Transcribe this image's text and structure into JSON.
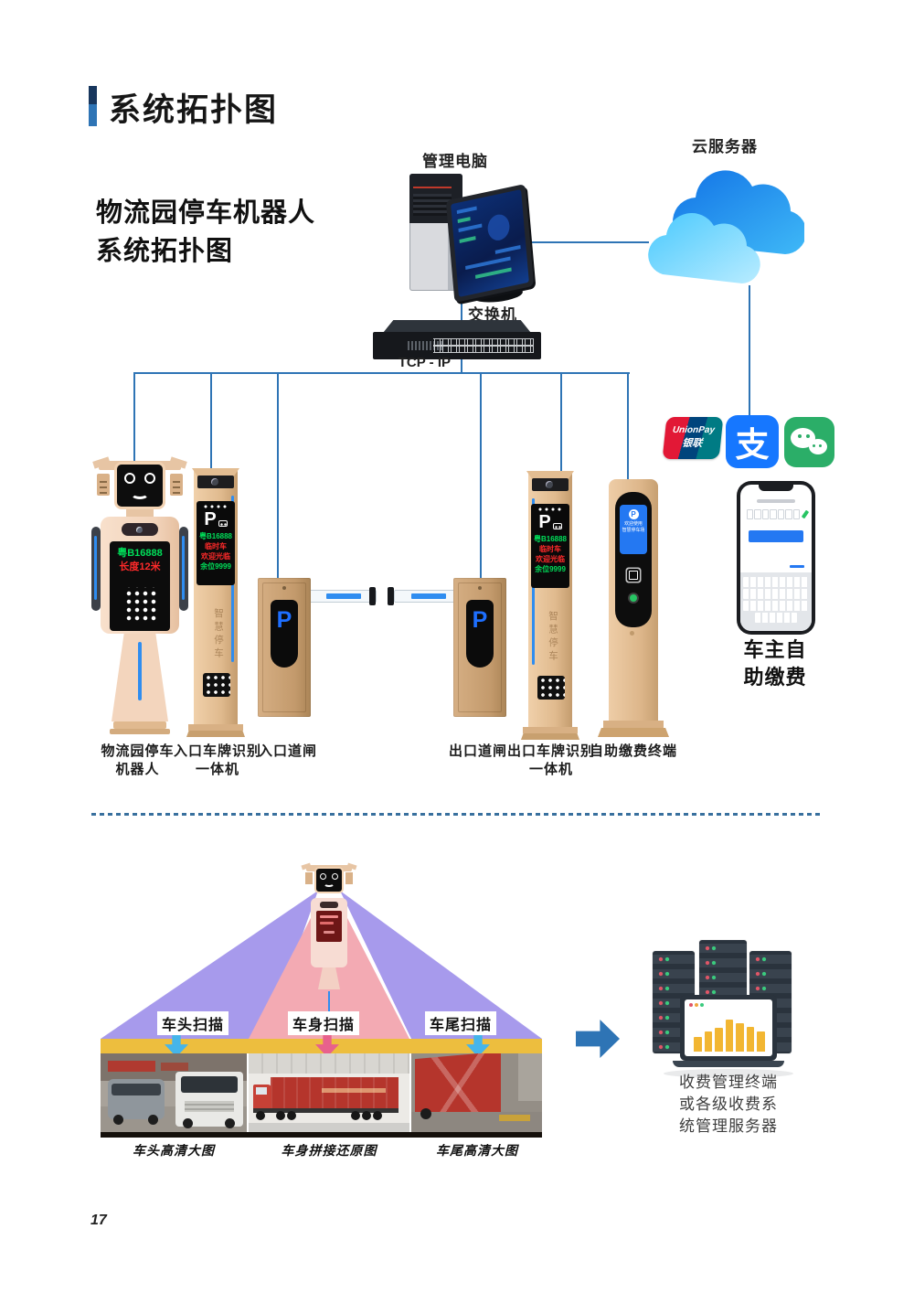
{
  "page": {
    "number": "17"
  },
  "header": {
    "title": "系统拓扑图",
    "accent_dark": "#17365d",
    "accent_blue": "#2e74b5"
  },
  "intro": {
    "line1": "物流园停车机器人",
    "line2": "系统拓扑图"
  },
  "topology": {
    "pc_label": "管理电脑",
    "cloud_label": "云服务器",
    "switch_label": "交换机",
    "protocol": "TCP - IP",
    "line_color": "#2e74b5"
  },
  "screens": {
    "robot_plate": "粤B16888",
    "robot_length": "长度12米",
    "lpr_lines": [
      {
        "text": "粤B16888",
        "color": "#00e05a"
      },
      {
        "text": "临时车",
        "color": "#ff2a2a"
      },
      {
        "text": "欢迎光临",
        "color": "#ff2a2a"
      },
      {
        "text": "余位9999",
        "color": "#00e05a"
      }
    ],
    "p_glyph": "P",
    "pillar_side_text": "智慧停车",
    "terminal_line1": "欢迎使用",
    "terminal_line2": "智慧停车场"
  },
  "device_labels": {
    "robot1": "物流园停车",
    "robot2": "机器人",
    "entry_lpr1": "入口车牌识别",
    "entry_lpr2": "一体机",
    "entry_gate": "入口道闸",
    "exit_gate": "出口道闸",
    "exit_lpr1": "出口车牌识别",
    "exit_lpr2": "一体机",
    "terminal": "自助缴费终端"
  },
  "payments": {
    "unionpay_name": "UnionPay",
    "unionpay_cn": "银联",
    "alipay_glyph": "支",
    "phone_caption1": "车主自",
    "phone_caption2": "助缴费",
    "unionpay_colors": [
      "#e21836",
      "#00447c",
      "#007b84"
    ],
    "alipay_color": "#1677ff",
    "wechat_color": "#2bae68"
  },
  "scan_section": {
    "head_label": "车头扫描",
    "body_label": "车身扫描",
    "tail_label": "车尾扫描",
    "caption_head": "车头高清大图",
    "caption_body": "车身拼接还原图",
    "caption_tail": "车尾高清大图",
    "beam_purple": "#a79aec",
    "beam_pink": "#f3aab3",
    "strip_yellow": "#edbe3e",
    "arrow_cyan": "#45b5ea",
    "arrow_pink": "#e8618c"
  },
  "server_block": {
    "label1": "收费管理终端",
    "label2": "或各级收费系",
    "label3": "统管理服务器",
    "chart_values": [
      38,
      52,
      60,
      82,
      72,
      62,
      52
    ],
    "bar_color": "#f2b632",
    "arrow_color": "#2e74b5"
  }
}
